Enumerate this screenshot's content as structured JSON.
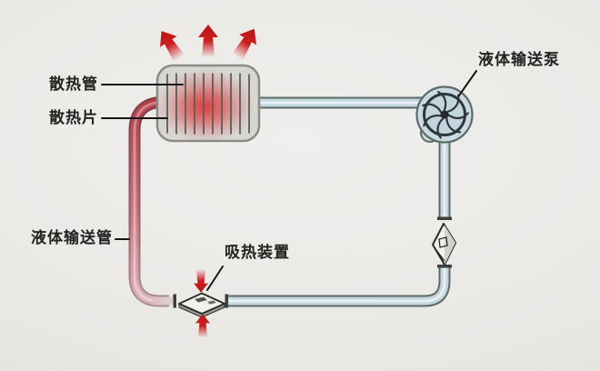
{
  "labels": {
    "radiator_tube": "散热管",
    "radiator_fin": "散热片",
    "transport_pipe": "液体输送管",
    "heat_absorber": "吸热装置",
    "pump": "液体输送泵"
  },
  "icons": {
    "heat_out_arrows": "three red arrows rising from radiator",
    "heat_in_arrows": "red arrows pressing on heat absorber",
    "pump_impeller": "circular fan impeller",
    "flow_device": "small inline valve on right pipe"
  },
  "colors": {
    "background": "#e9e8e5",
    "label_text": "#222220",
    "leader_line": "#161614",
    "pipe_fill": "#c3d6dd",
    "pipe_highlight": "#e9f3f6",
    "pipe_outline": "#5c6b68",
    "hot_pipe_top": "#ae3f46",
    "hot_pipe_mid": "#c6737d",
    "hot_pipe_bottom": "#dcb3ba",
    "radiator_body": "#d7d6d3",
    "radiator_border": "#8b8b88",
    "radiator_fin": "#4f4f4b",
    "heat_glow": "#d63c3c",
    "arrow_red": "#c51a1a",
    "pump_housing": "#c9dae2",
    "device_face": "#f2f1ee"
  }
}
